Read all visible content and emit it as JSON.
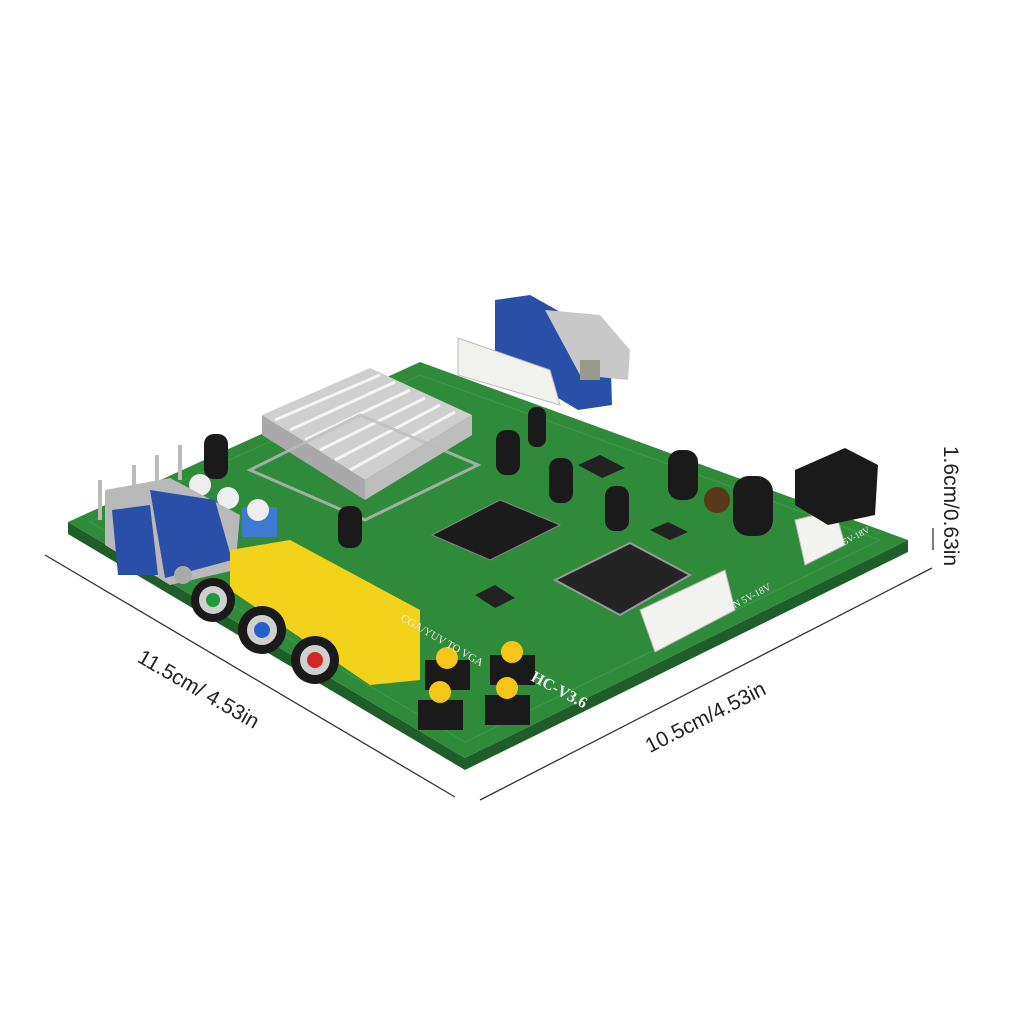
{
  "dimensions": {
    "length": "11.5cm/ 4.53in",
    "width": "10.5cm/4.53in",
    "height": "1.6cm/0.63in"
  },
  "board": {
    "model_label": "HC-V3.6",
    "function_label": "CGA/YUV TO VGA",
    "power_label": "IN 5V-18V",
    "power_label_2": "5V-18V"
  },
  "colors": {
    "pcb": "#2f8a3a",
    "vga_connector": "#2a4fa8",
    "rca_housing": "#f2d21a",
    "button_cap": "#f5c518",
    "heatsink": "#d9d9d9",
    "background": "#ffffff"
  }
}
